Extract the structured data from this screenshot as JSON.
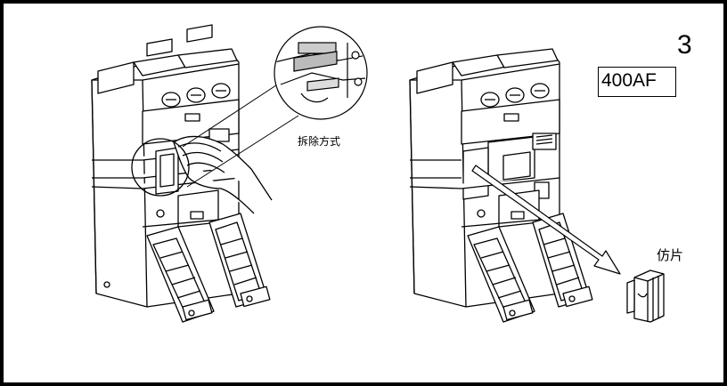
{
  "step_number": "3",
  "frame_rating": "400AF",
  "removal_method_label": "拆除方式",
  "dummy_piece_label": "仿片",
  "colors": {
    "line": "#000000",
    "background": "#ffffff"
  },
  "icons": [
    "breaker-illustration",
    "hand-illustration",
    "magnifier-callout",
    "arrow",
    "dummy-piece"
  ]
}
